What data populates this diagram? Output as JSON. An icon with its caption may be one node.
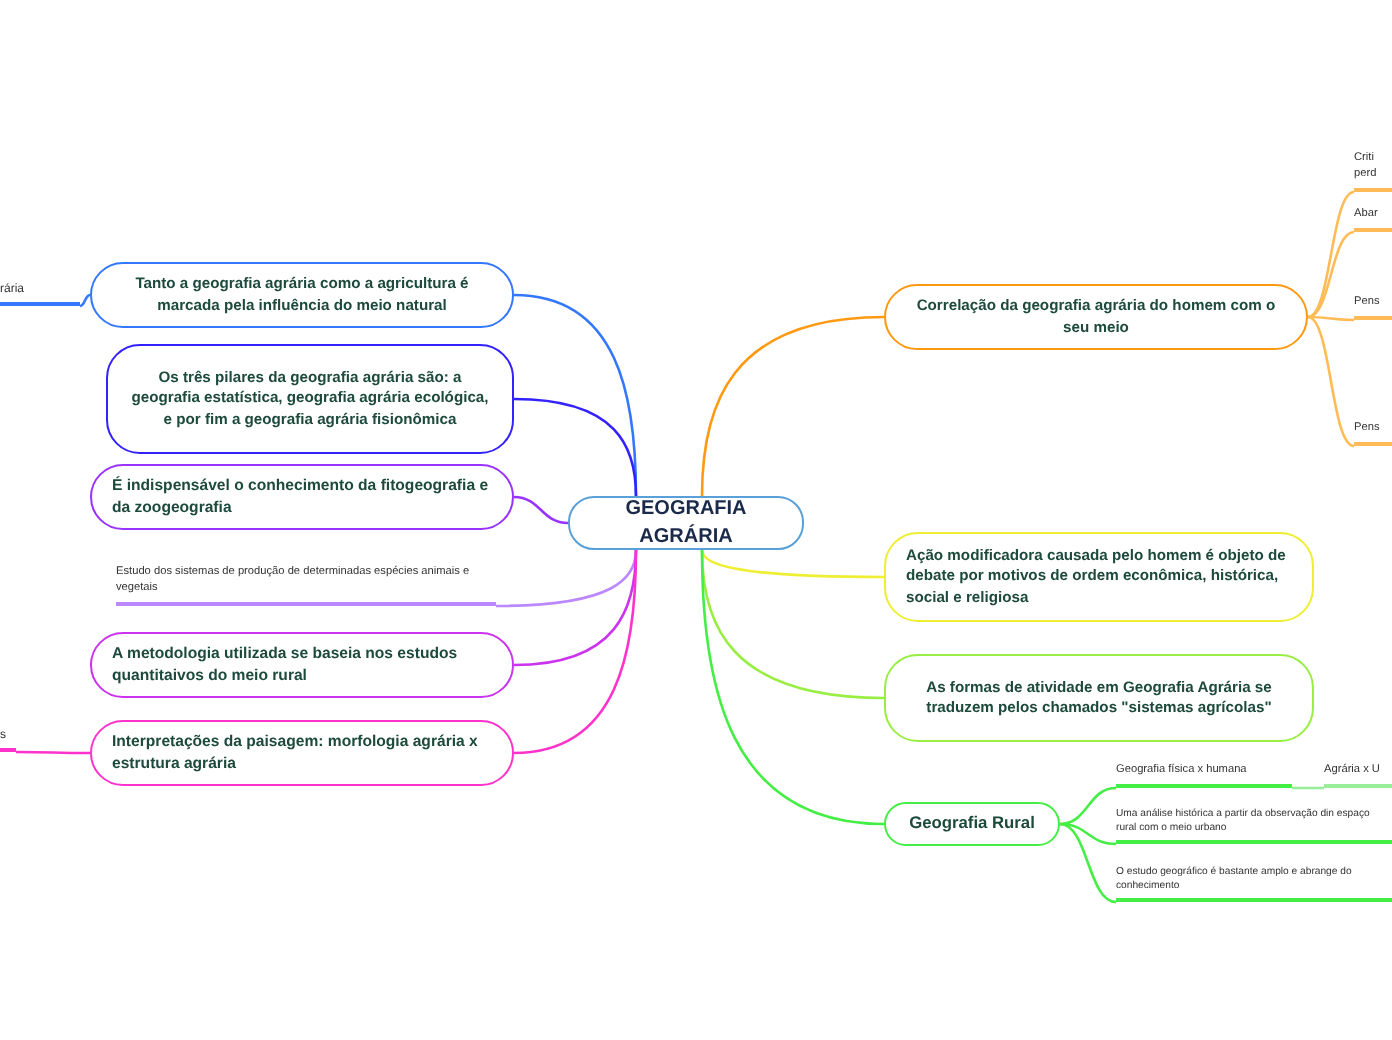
{
  "diagram": {
    "nodes": [
      {
        "text": [
          "GEOGRAFIA AGRÁRIA"
        ]
      },
      {
        "text": [
          "rária"
        ]
      },
      {
        "text": [
          "Tanto a geografia agrária como a agricultura é marcada pela influência do meio natural"
        ]
      },
      {
        "text": [
          "Os três pilares da geografia agrária são: a geografia estatística, geografia agrária ecológica, e por fim a geografia agrária fisionômica"
        ]
      },
      {
        "text": [
          "É indispensável o conhecimento da fitogeografia e da zoogeografia"
        ]
      },
      {
        "text": [
          "Estudo dos sistemas de produção de determinadas espécies animais e vegetais"
        ]
      },
      {
        "text": [
          "A metodologia utilizada se baseia nos estudos quantitaivos do meio rural"
        ]
      },
      {
        "text": [
          "s"
        ]
      },
      {
        "text": [
          "Interpretações da paisagem: morfologia agrária x estrutura agrária"
        ]
      },
      {
        "text": [
          "Correlação da geografia agrária do homem com o seu meio"
        ]
      },
      {
        "text": [
          "Criti perd"
        ]
      },
      {
        "text": [
          "Abar"
        ]
      },
      {
        "text": [
          "Pens"
        ]
      },
      {
        "text": [
          "Pens"
        ]
      },
      {
        "text": [
          "Ação modificadora causada pelo homem é objeto de debate por motivos de ordem econômica, histórica, social e religiosa"
        ]
      },
      {
        "text": [
          "As formas de atividade em Geografia Agrária se traduzem pelos chamados \"sistemas agrícolas\""
        ]
      },
      {
        "text": [
          "Geografia Rural"
        ]
      },
      {
        "text": [
          "Geografia física x humana"
        ]
      },
      {
        "text": [
          "Agrária x U"
        ]
      },
      {
        "text": [
          "Uma análise histórica a partir da observação din espaço rural com o meio urbano"
        ]
      },
      {
        "text": [
          "O estudo geográfico é bastante amplo e abrange do conhecimento"
        ]
      }
    ],
    "edges": [
      {
        "from": 0,
        "to": 2,
        "arrow": "none",
        "color": "#3377ff"
      },
      {
        "from": 2,
        "to": 1,
        "arrow": "none",
        "color": "#3377ff"
      },
      {
        "from": 0,
        "to": 3,
        "arrow": "none",
        "color": "#3322ff"
      },
      {
        "from": 0,
        "to": 4,
        "arrow": "none",
        "color": "#9933ff"
      },
      {
        "from": 0,
        "to": 5,
        "arrow": "none",
        "color": "#bb88ff"
      },
      {
        "from": 0,
        "to": 6,
        "arrow": "none",
        "color": "#cc33ee"
      },
      {
        "from": 0,
        "to": 8,
        "arrow": "none",
        "color": "#ff33cc"
      },
      {
        "from": 8,
        "to": 7,
        "arrow": "none",
        "color": "#ff33cc"
      },
      {
        "from": 0,
        "to": 9,
        "arrow": "none",
        "color": "#ff9911"
      },
      {
        "from": 9,
        "to": 10,
        "arrow": "none",
        "color": "#ffbb55"
      },
      {
        "from": 9,
        "to": 11,
        "arrow": "none",
        "color": "#ffbb55"
      },
      {
        "from": 9,
        "to": 12,
        "arrow": "none",
        "color": "#ffbb55"
      },
      {
        "from": 9,
        "to": 13,
        "arrow": "none",
        "color": "#ffbb55"
      },
      {
        "from": 0,
        "to": 14,
        "arrow": "none",
        "color": "#eeee33"
      },
      {
        "from": 0,
        "to": 15,
        "arrow": "none",
        "color": "#99ee44"
      },
      {
        "from": 0,
        "to": 16,
        "arrow": "none",
        "color": "#44ee44"
      },
      {
        "from": 16,
        "to": 17,
        "arrow": "none",
        "color": "#44ee44"
      },
      {
        "from": 17,
        "to": 18,
        "arrow": "none",
        "color": "#99ee99"
      },
      {
        "from": 16,
        "to": 19,
        "arrow": "none",
        "color": "#44ee44"
      },
      {
        "from": 16,
        "to": 20,
        "arrow": "none",
        "color": "#44ee44"
      }
    ]
  }
}
